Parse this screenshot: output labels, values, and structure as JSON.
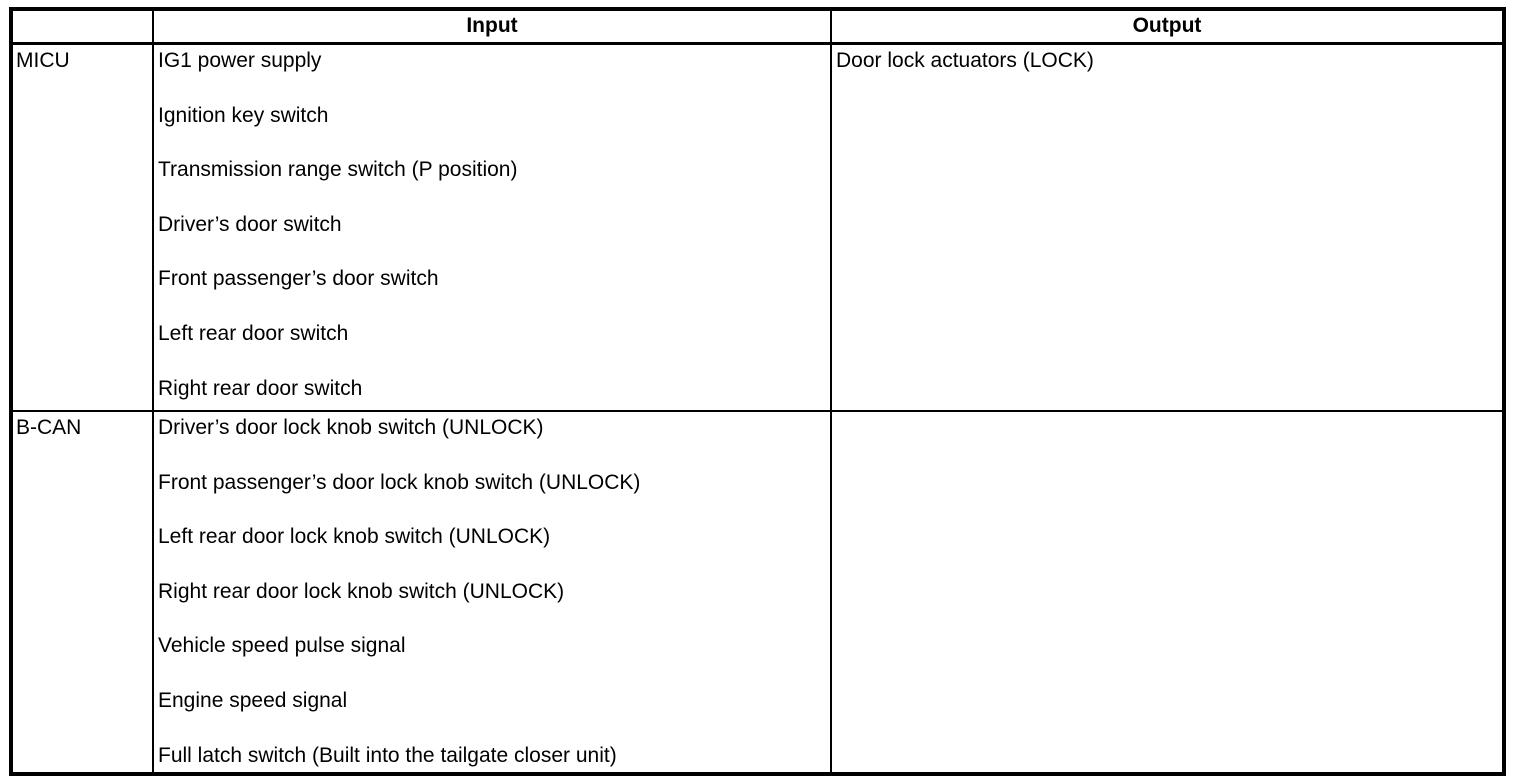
{
  "colors": {
    "background": "#ffffff",
    "border": "#000000",
    "text": "#000000"
  },
  "table": {
    "header": {
      "corner": "",
      "input": "Input",
      "output": "Output"
    },
    "rows": [
      {
        "source": "MICU",
        "inputs": [
          "IG1 power supply",
          "Ignition key switch",
          "Transmission range switch (P position)",
          "Driver’s door switch",
          "Front passenger’s door switch",
          "Left rear door switch",
          "Right rear door switch"
        ],
        "outputs": [
          "Door lock actuators (LOCK)"
        ]
      },
      {
        "source": "B-CAN",
        "inputs": [
          "Driver’s door lock knob switch (UNLOCK)",
          "Front passenger’s door lock knob switch (UNLOCK)",
          "Left rear door lock knob switch (UNLOCK)",
          "Right rear door lock knob switch (UNLOCK)",
          "Vehicle speed pulse signal",
          "Engine speed signal",
          "Full latch switch (Built into the tailgate closer unit)"
        ],
        "outputs": []
      }
    ]
  }
}
